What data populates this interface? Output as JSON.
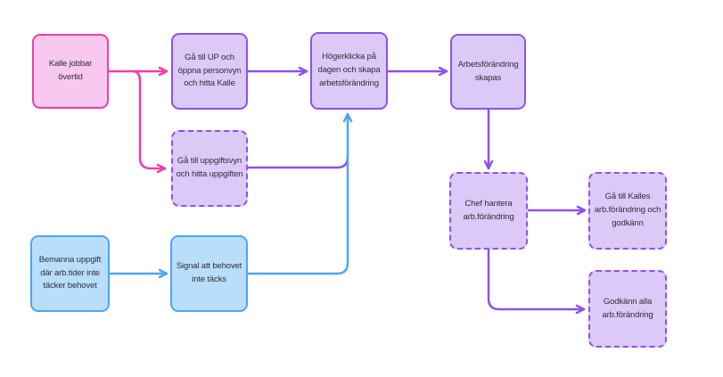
{
  "diagram": {
    "title": "Arbetsförändring flowchart",
    "colors": {
      "pink_fill": "#F9C8EE",
      "pink_border": "#F23DA6",
      "purple_fill": "#DCC9F8",
      "purple_border": "#8B52EE",
      "blue_fill": "#B9DEFB",
      "blue_border": "#4EA5F5",
      "text": "#2E2E38",
      "canvas_bg": "#FFFFFF"
    },
    "nodes": [
      {
        "id": "kalle-jobbar-overtid",
        "label": "Kalle jobbar övertid",
        "color": "pink",
        "border": "solid"
      },
      {
        "id": "ga-till-up",
        "label": "Gå till UP och öppna personvyn och hitta Kalle",
        "color": "purple",
        "border": "solid"
      },
      {
        "id": "ga-till-uppgiftsvyn",
        "label": "Gå till uppgiftsvyn och hitta uppgiften",
        "color": "purple",
        "border": "dashed"
      },
      {
        "id": "hogerklicka-pa-dagen",
        "label": "Högerklicka på dagen och skapa arbetsförändring",
        "color": "purple",
        "border": "solid"
      },
      {
        "id": "arbetsforandring-skapas",
        "label": "Arbetsförändring skapas",
        "color": "purple",
        "border": "solid"
      },
      {
        "id": "chef-hantera",
        "label": "Chef hantera arb.förändring",
        "color": "purple",
        "border": "dashed"
      },
      {
        "id": "ga-till-kalles",
        "label": "Gå till Kalles arb.förändring och godkänn",
        "color": "purple",
        "border": "dashed"
      },
      {
        "id": "godkann-alla",
        "label": "Godkänn alla arb.förändring",
        "color": "purple",
        "border": "dashed"
      },
      {
        "id": "bemanna-uppgift",
        "label": "Bemanna uppgift där arb.tider inte täcker behovet",
        "color": "blue",
        "border": "solid"
      },
      {
        "id": "signal-att-behovet",
        "label": "Signal att behovet inte täcks",
        "color": "blue",
        "border": "solid"
      }
    ],
    "edges": [
      {
        "from": "kalle-jobbar-overtid",
        "to": "ga-till-up",
        "color": "pink"
      },
      {
        "from": "kalle-jobbar-overtid",
        "to": "ga-till-uppgiftsvyn",
        "color": "pink"
      },
      {
        "from": "ga-till-up",
        "to": "hogerklicka-pa-dagen",
        "color": "purple"
      },
      {
        "from": "hogerklicka-pa-dagen",
        "to": "arbetsforandring-skapas",
        "color": "purple"
      },
      {
        "from": "arbetsforandring-skapas",
        "to": "chef-hantera",
        "color": "purple"
      },
      {
        "from": "chef-hantera",
        "to": "ga-till-kalles",
        "color": "purple"
      },
      {
        "from": "chef-hantera",
        "to": "godkann-alla",
        "color": "purple"
      },
      {
        "from": "ga-till-uppgiftsvyn",
        "to": "hogerklicka-pa-dagen",
        "color": "purple"
      },
      {
        "from": "bemanna-uppgift",
        "to": "signal-att-behovet",
        "color": "blue"
      },
      {
        "from": "signal-att-behovet",
        "to": "hogerklicka-pa-dagen",
        "color": "blue"
      }
    ]
  }
}
